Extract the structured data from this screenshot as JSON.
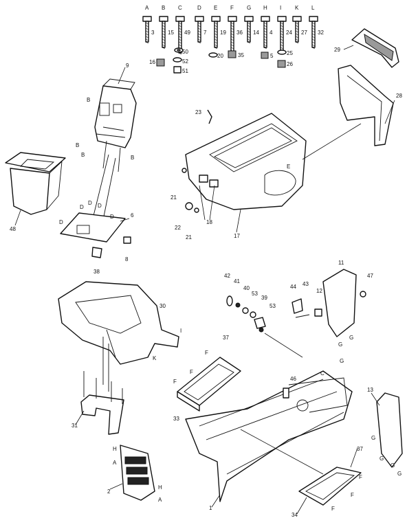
{
  "hardware_letters": [
    "A",
    "B",
    "C",
    "D",
    "E",
    "F",
    "G",
    "H",
    "I",
    "K",
    "L"
  ],
  "hardware_numbers": [
    "3",
    "15",
    "49",
    "7",
    "19",
    "36",
    "14",
    "4",
    "24",
    "27",
    "32"
  ],
  "washer_labels": [
    "50",
    "52",
    "51",
    "16",
    "20",
    "35",
    "5",
    "25",
    "26"
  ],
  "part_labels": {
    "p9": "9",
    "p29": "29",
    "p28": "28",
    "p23": "23",
    "p48": "48",
    "p6": "6",
    "p8": "8",
    "p38": "38",
    "p21a": "21",
    "p22": "22",
    "p21b": "21",
    "p18": "18",
    "p17": "17",
    "p30": "30",
    "p31": "31",
    "p37a": "37",
    "p33": "33",
    "p42": "42",
    "p41": "41",
    "p40": "40",
    "p53a": "53",
    "p39": "39",
    "p53b": "53",
    "p44": "44",
    "p43": "43",
    "p12": "12",
    "p11": "11",
    "p47": "47",
    "p46": "46",
    "p13": "13",
    "p2": "2",
    "p1": "1",
    "p37b": "37",
    "p34": "34"
  },
  "ref_letters": {
    "b1": "B",
    "b2": "B",
    "b3": "B",
    "b4": "B",
    "d1": "D",
    "d2": "D",
    "d3": "D",
    "d4": "D",
    "d5": "D",
    "e1": "E",
    "i1": "I",
    "k1": "K",
    "f1": "F",
    "f2": "F",
    "f3": "F",
    "f4": "F",
    "f5": "F",
    "f6": "F",
    "c1": "C",
    "g1": "G",
    "g2": "G",
    "g3": "G",
    "g4": "G",
    "g5": "G",
    "g6": "G",
    "g7": "G",
    "h1": "H",
    "h2": "H",
    "a1": "A",
    "a2": "A"
  }
}
